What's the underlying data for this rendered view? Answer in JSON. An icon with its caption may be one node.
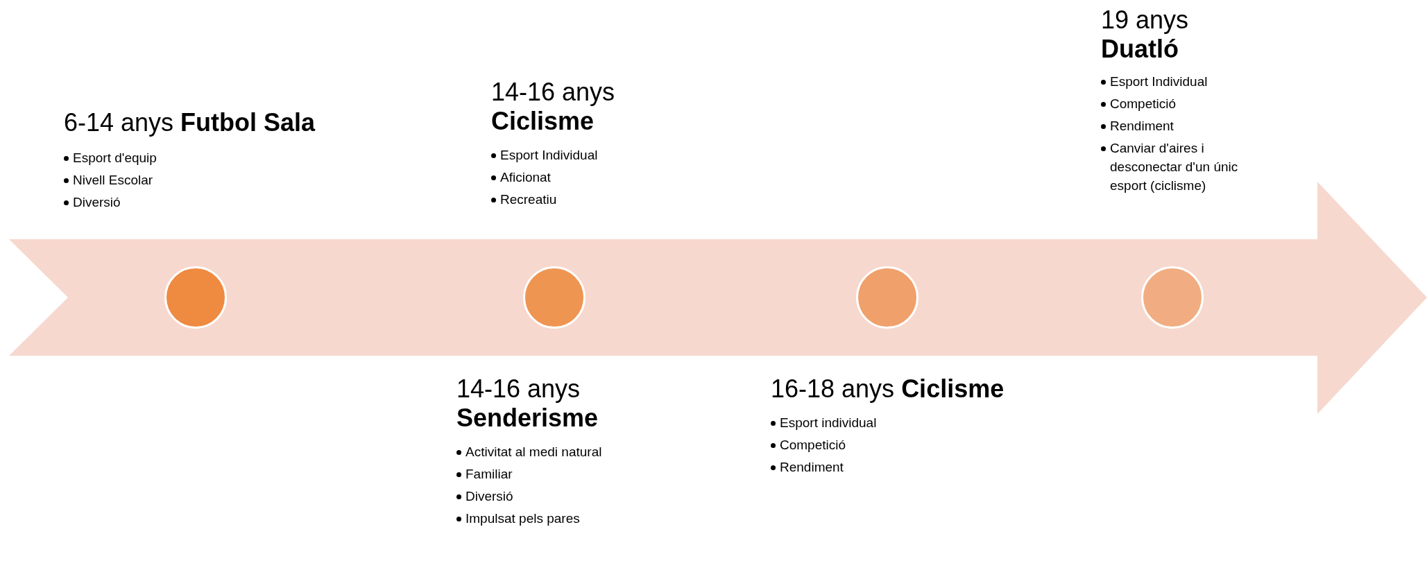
{
  "diagram": {
    "nodes": [
      {
        "text": [
          "6-14 anys **Futbol Sala**",
          "Esport d'equip",
          "Nivell Escolar",
          "Diversió"
        ]
      },
      {
        "text": [
          "14-16 anys **Ciclisme**",
          "Esport Individual",
          "Aficionat",
          "Recreatiu"
        ]
      },
      {
        "text": [
          "14-16 anys **Senderisme**",
          "Activitat al medi natural",
          "Familiar",
          "Diversió",
          "Impulsat pels pares"
        ]
      },
      {
        "text": [
          "16-18 anys **Ciclisme**",
          "Esport individual",
          "Competició",
          "Rendiment"
        ]
      },
      {
        "text": [
          "19 anys **Duatló**",
          "Esport Individual",
          "Competició",
          "Rendiment",
          "Canviar d'aires i desconectar d'un únic esport (ciclisme)"
        ]
      },
      {
        "text": [],
        "shape": "circle"
      },
      {
        "text": [],
        "shape": "circle"
      },
      {
        "text": [],
        "shape": "circle"
      },
      {
        "text": [],
        "shape": "circle"
      }
    ]
  }
}
